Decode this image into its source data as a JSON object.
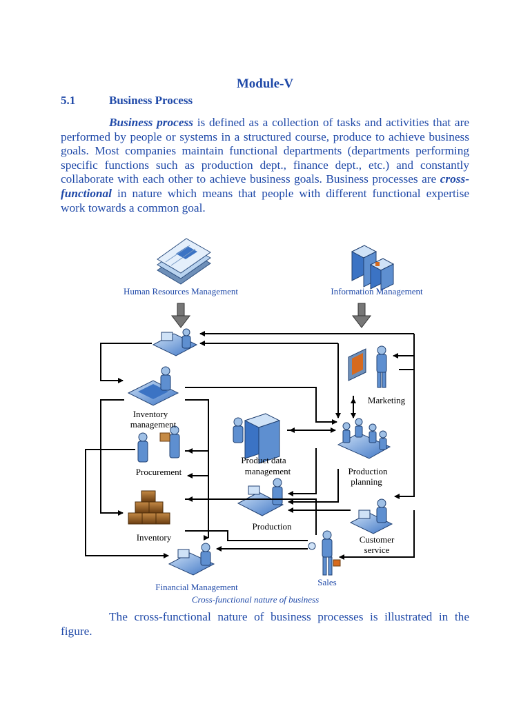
{
  "module_title": "Module-V",
  "section": {
    "number": "5.1",
    "title": "Business Process"
  },
  "paragraph1": {
    "term1": "Business process",
    "part1": " is defined as a collection of tasks and activities that are performed by people or systems in a structured course, produce to achieve business goals. Most companies maintain functional departments (departments performing specific functions such as production dept., finance dept., etc.) and constantly collaborate with each other to achieve business goals. Business processes are ",
    "term2": "cross-functional",
    "part2": " in nature which means that people with different functional expertise work towards a common goal."
  },
  "figure": {
    "labels": {
      "hrm": "Human Resources Management",
      "im": "Information Management",
      "marketing": "Marketing",
      "inventory_mgmt_1": "Inventory",
      "inventory_mgmt_2": "management",
      "pdm_1": "Product data",
      "pdm_2": "management",
      "procurement": "Procurement",
      "production_planning_1": "Production",
      "production_planning_2": "planning",
      "inventory": "Inventory",
      "production": "Production",
      "customer_service_1": "Customer",
      "customer_service_2": "service",
      "sales": "Sales",
      "financial": "Financial Management"
    },
    "caption": "Cross-functional nature of business"
  },
  "paragraph2": "The cross-functional nature of business processes is illustrated in the figure.",
  "colors": {
    "text": "#1f49a8",
    "arrow": "#000000",
    "figure_blue": "#2c5fa8"
  }
}
